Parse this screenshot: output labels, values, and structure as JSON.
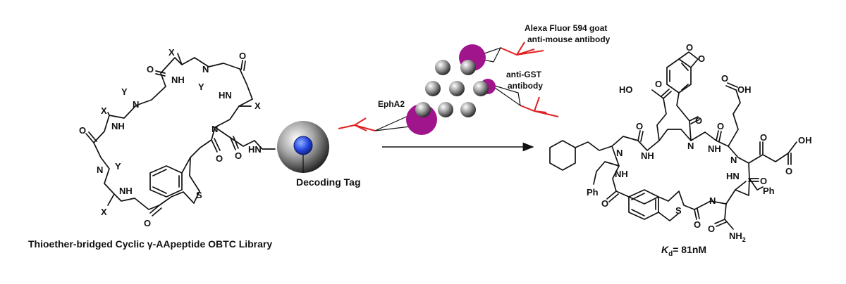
{
  "library": {
    "caption": "Thioether-bridged Cyclic γ-AApeptide OBTC Library",
    "bead_tag": "Decoding Tag",
    "atoms": {
      "N": "N",
      "NH": "NH",
      "HN": "HN",
      "O": "O",
      "S": "S",
      "X": "X",
      "Y": "Y"
    }
  },
  "assay": {
    "antibody_fluor_line1": "Alexa Fluor 594 goat",
    "antibody_fluor_line2": "anti-mouse antibody",
    "anti_gst_line1": "anti-GST",
    "anti_gst_line2": "antibody",
    "target": "EphA2",
    "colors": {
      "magenta": "#a0148c",
      "antibody": "#e02020",
      "tag": "#1f3fd8"
    }
  },
  "hit": {
    "kd_symbol": "K",
    "kd_sub": "d",
    "kd_value": "= 81nM",
    "atoms": {
      "HO": "HO",
      "OH": "OH",
      "O": "O",
      "N": "N",
      "NH": "NH",
      "HN": "HN",
      "S": "S",
      "Ph": "Ph",
      "NH2": "NH",
      "NH2_sub": "2"
    }
  }
}
